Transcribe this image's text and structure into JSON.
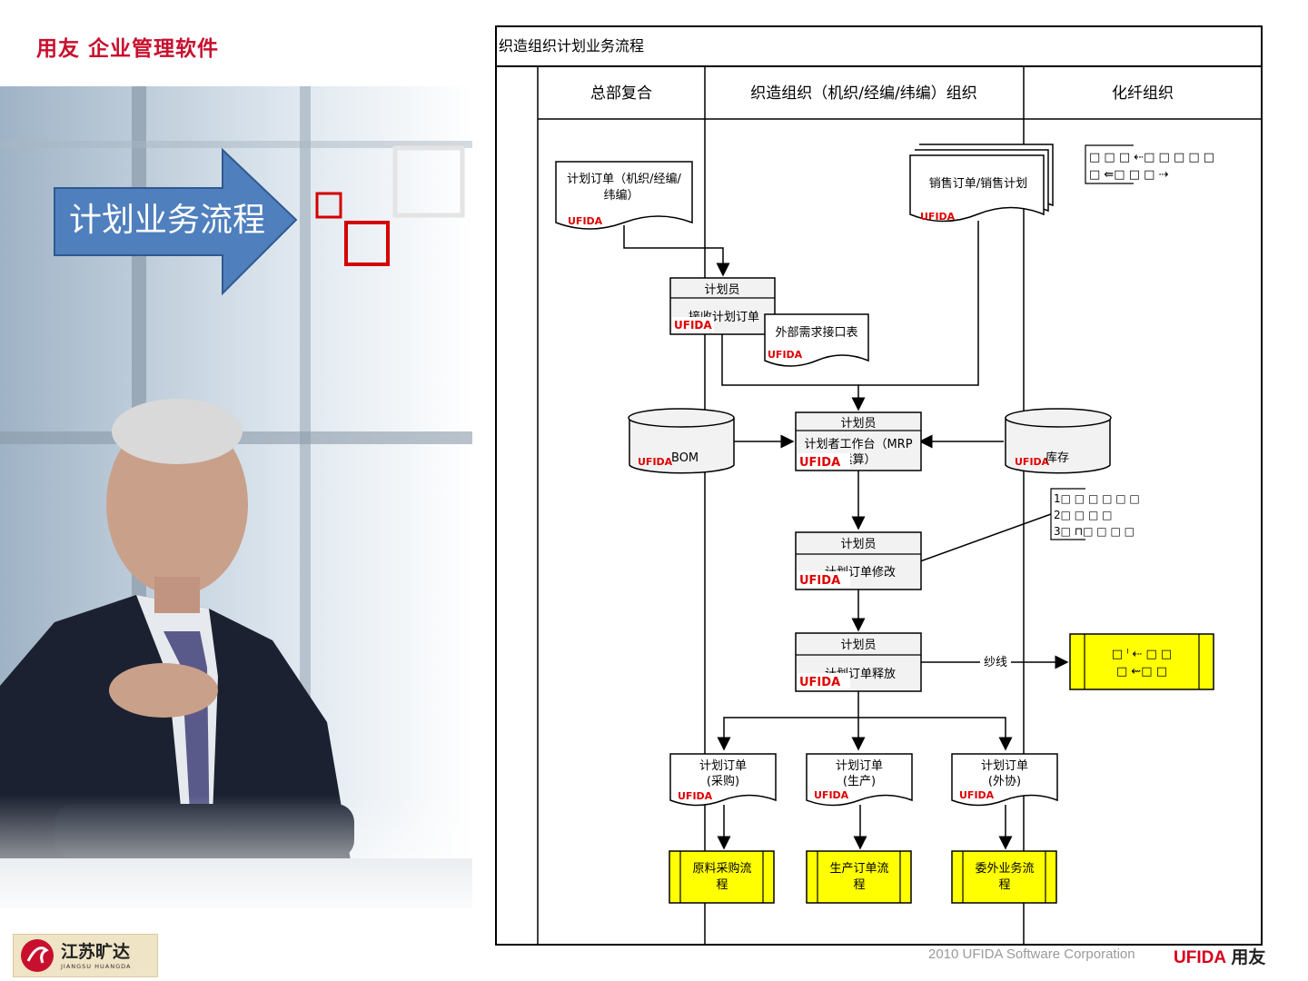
{
  "brand": {
    "title": "用友 企业管理软件",
    "logo_main": "UFIDA",
    "logo_cn": "用友"
  },
  "slide": {
    "arrow_label": "计划业务流程"
  },
  "footer": {
    "copyright": "2010 UFIDA Software Corporation"
  },
  "partner_logo": {
    "name_cn": "江苏旷达",
    "name_en": "JIANGSU HUANGDA"
  },
  "diagram": {
    "title": "织造组织计划业务流程",
    "lanes": [
      "总部复合",
      "织造组织（机织/经编/纬编）组织",
      "化纤组织"
    ],
    "stamp": "UFIDA",
    "nodes": {
      "plan_order_doc": [
        "计划订单（机织/经编/",
        "纬编）"
      ],
      "sales_doc": "销售订单/销售计划",
      "receive_role": "计划员",
      "receive_task": "接收计划订单",
      "ext_demand": "外部需求接口表",
      "bom": "BOM",
      "stock": "库存",
      "workbench_role": "计划员",
      "workbench_task": [
        "计划者工作台（MRP",
        "运算）"
      ],
      "modify_role": "计划员",
      "modify_task": "计划订单修改",
      "release_role": "计划员",
      "release_task": "计划订单释放",
      "yarn_label": "纱线",
      "out_purchase": [
        "计划订单",
        "(采购)"
      ],
      "out_production": [
        "计划订单",
        "(生产)"
      ],
      "out_outsource": [
        "计划订单",
        "(外协)"
      ],
      "proc_purchase": [
        "原料采购流",
        "程"
      ],
      "proc_production": [
        "生产订单流",
        "程"
      ],
      "proc_outsource": [
        "委外业务流",
        "程"
      ]
    },
    "garbled": {
      "note_top": [
        "□ □ □ ⇠□ □ □ □ □",
        "□ ⇚□ □ □ ⇢"
      ],
      "note_mid": [
        "1□ □ □ □ □ □",
        "2□ □   □ □",
        "3□ ⊓□ □ □ □"
      ],
      "note_yellow": [
        "□ ˡ ⇠   □ □",
        "□ ⇜□ □"
      ]
    },
    "colors": {
      "process_fill": "#ffff00",
      "stamp_red": "#e00000",
      "box_fill": "#f2f2f2"
    }
  }
}
